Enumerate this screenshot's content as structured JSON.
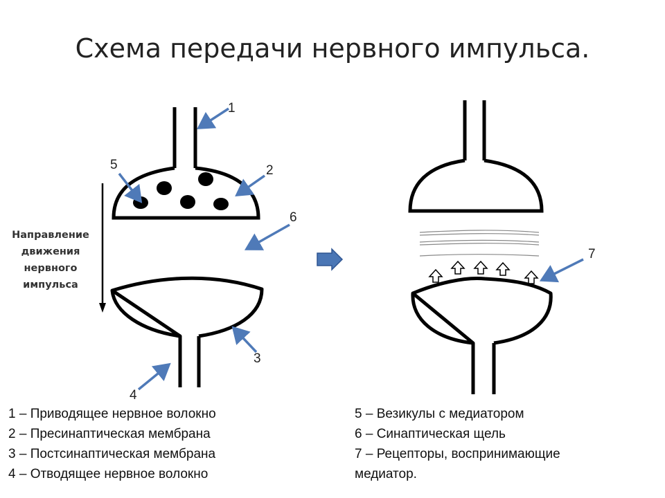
{
  "title": "Схема передачи нервного импульса.",
  "direction_label": [
    "Направление",
    "движения",
    "нервного",
    "импульса"
  ],
  "callouts": {
    "n1": "1",
    "n2": "2",
    "n3": "3",
    "n4": "4",
    "n5": "5",
    "n6": "6",
    "n7": "7"
  },
  "legend_left": [
    "1 – Приводящее нервное волокно",
    "2 – Пресинаптическая мембрана",
    "3 – Постсинаптическая мембрана",
    "4 – Отводящее нервное волокно"
  ],
  "legend_right": [
    "5 – Везикулы с медиатором",
    "6 – Синаптическая щель",
    "7 – Рецепторы, воспринимающие",
    "медиатор."
  ],
  "colors": {
    "outline": "#000000",
    "callout_arrow": "#4f7ab8",
    "block_arrow": "#4a76b5",
    "block_arrow_edge": "#2f5592",
    "cleft_lines": "#888888"
  }
}
